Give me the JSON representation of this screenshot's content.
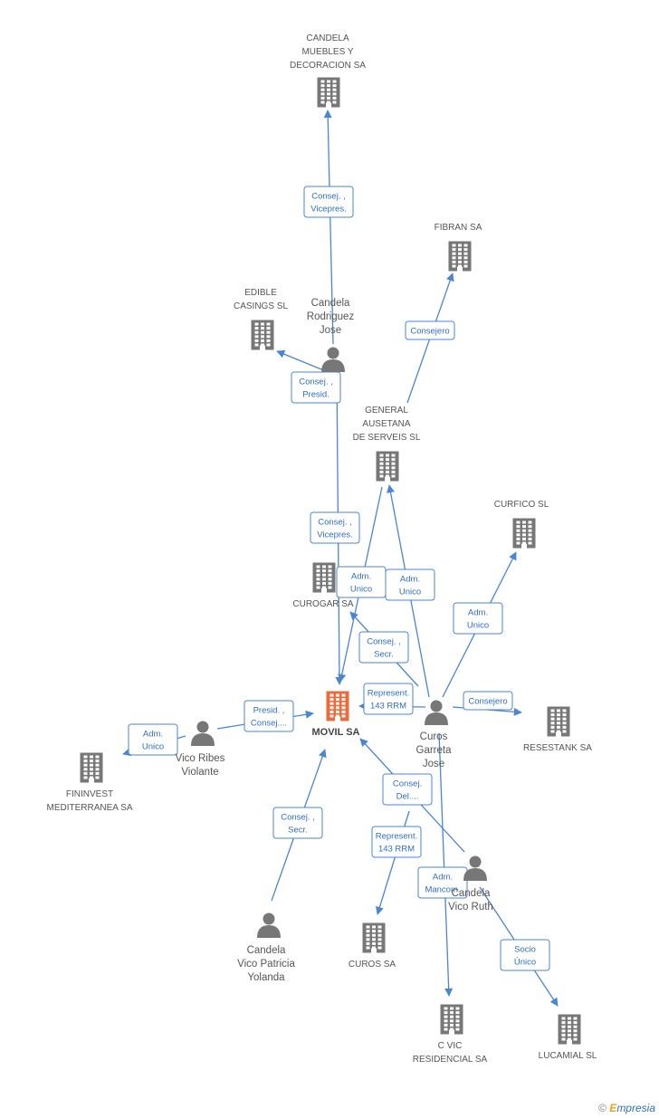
{
  "colors": {
    "edge": "#4a86d4",
    "node": "#777777",
    "main_node": "#ef6a3a",
    "label_text": "#2f6fc0"
  },
  "nodes": [
    {
      "id": "movil",
      "type": "company",
      "main": true,
      "lines": [
        "MOVIL SA"
      ],
      "icon": "building-icon"
    },
    {
      "id": "candela_muebles",
      "type": "company",
      "lines": [
        "CANDELA",
        "MUEBLES Y",
        "DECORACION SA"
      ],
      "icon": "building-icon"
    },
    {
      "id": "fibran",
      "type": "company",
      "lines": [
        "FIBRAN SA"
      ],
      "icon": "building-icon"
    },
    {
      "id": "edible",
      "type": "company",
      "lines": [
        "EDIBLE",
        "CASINGS SL"
      ],
      "icon": "building-icon"
    },
    {
      "id": "general_ausetana",
      "type": "company",
      "lines": [
        "GENERAL",
        "AUSETANA",
        "DE SERVEIS  SL"
      ],
      "icon": "building-icon"
    },
    {
      "id": "curfico",
      "type": "company",
      "lines": [
        "CURFICO SL"
      ],
      "icon": "building-icon"
    },
    {
      "id": "curogar",
      "type": "company",
      "lines": [
        "CUROGAR SA"
      ],
      "icon": "building-icon"
    },
    {
      "id": "resestank",
      "type": "company",
      "lines": [
        "RESESTANK SA"
      ],
      "icon": "building-icon"
    },
    {
      "id": "fininvest",
      "type": "company",
      "lines": [
        "FININVEST",
        "MEDITERRANEA SA"
      ],
      "icon": "building-icon"
    },
    {
      "id": "curos_sa",
      "type": "company",
      "lines": [
        "CUROS SA"
      ],
      "icon": "building-icon"
    },
    {
      "id": "cvic",
      "type": "company",
      "lines": [
        "C VIC",
        "RESIDENCIAL SA"
      ],
      "icon": "building-icon"
    },
    {
      "id": "lucamial",
      "type": "company",
      "lines": [
        "LUCAMIAL SL"
      ],
      "icon": "building-icon"
    },
    {
      "id": "candela_rodriguez",
      "type": "person",
      "lines": [
        "Candela",
        "Rodriguez",
        "Jose"
      ],
      "icon": "person-icon"
    },
    {
      "id": "curos_garreta",
      "type": "person",
      "lines": [
        "Curos",
        "Garreta",
        "Jose"
      ],
      "icon": "person-icon"
    },
    {
      "id": "vico_ribes",
      "type": "person",
      "lines": [
        "Vico Ribes",
        "Violante"
      ],
      "icon": "person-icon"
    },
    {
      "id": "candela_patricia",
      "type": "person",
      "lines": [
        "Candela",
        "Vico Patricia",
        "Yolanda"
      ],
      "icon": "person-icon"
    },
    {
      "id": "candela_ruth",
      "type": "person",
      "lines": [
        "Candela",
        "Vico Ruth"
      ],
      "icon": "person-icon"
    }
  ],
  "edges": [
    {
      "from": "candela_rodriguez",
      "to": "candela_muebles",
      "label": [
        "Consej. ,",
        "Vicepres."
      ]
    },
    {
      "from": "candela_rodriguez",
      "to": "edible",
      "label": [
        "Consej. ,",
        "Presid."
      ]
    },
    {
      "from": "candela_rodriguez",
      "to": "movil",
      "label": [
        "Consej. ,",
        "Vicepres."
      ]
    },
    {
      "from": "general_ausetana",
      "to": "fibran",
      "label": [
        "Consejero"
      ]
    },
    {
      "from": "general_ausetana",
      "to": "movil",
      "label": [
        "Adm.",
        "Unico"
      ]
    },
    {
      "from": "curos_garreta",
      "to": "general_ausetana",
      "label": [
        "Adm.",
        "Unico"
      ]
    },
    {
      "from": "curos_garreta",
      "to": "curogar",
      "label": [
        "Consej. ,",
        "Secr."
      ]
    },
    {
      "from": "curos_garreta",
      "to": "movil",
      "label": [
        "Represent.",
        "143 RRM"
      ]
    },
    {
      "from": "curos_garreta",
      "to": "curfico",
      "label": [
        "Adm.",
        "Unico"
      ]
    },
    {
      "from": "curos_garreta",
      "to": "resestank",
      "label": [
        "Consejero"
      ]
    },
    {
      "from": "curos_garreta",
      "to": "cvic",
      "label": [
        "Adm.",
        "Mancom."
      ]
    },
    {
      "from": "vico_ribes",
      "to": "movil",
      "label": [
        "Presid. ,",
        "Consej...."
      ]
    },
    {
      "from": "vico_ribes",
      "to": "fininvest",
      "label": [
        "Adm.",
        "Unico"
      ]
    },
    {
      "from": "candela_patricia",
      "to": "movil",
      "label": [
        "Consej. ,",
        "Secr."
      ]
    },
    {
      "from": "candela_ruth",
      "to": "movil",
      "label": [
        "Consej.",
        "Del...."
      ]
    },
    {
      "from": "candela_ruth",
      "to": "curos_sa",
      "label": [
        "Represent.",
        "143 RRM"
      ]
    },
    {
      "from": "candela_ruth",
      "to": "lucamial",
      "label": [
        "Socio",
        "Único"
      ]
    }
  ],
  "footer": {
    "copyright": "©",
    "brand_first": "E",
    "brand_rest": "mpresia"
  }
}
